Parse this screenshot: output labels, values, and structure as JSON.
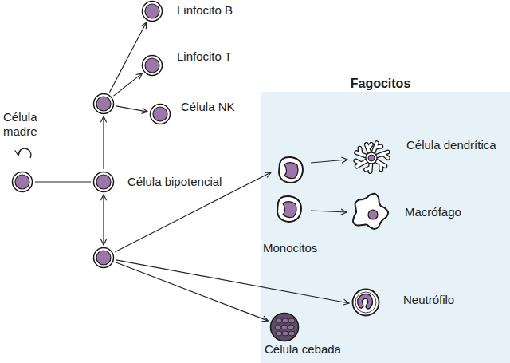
{
  "diagram": {
    "nodes": [
      {
        "text": [
          "Fagocitos"
        ]
      },
      {
        "text": [
          "Linfocito B"
        ]
      },
      {
        "text": [
          "Linfocito T"
        ]
      },
      {
        "text": [
          "Célula NK"
        ]
      },
      {
        "text": [
          "Célula madre"
        ]
      },
      {
        "text": []
      },
      {
        "text": [
          "Célula bipotencial"
        ]
      },
      {
        "text": []
      },
      {
        "text": [
          "Célula dendrítica"
        ],
        "in": 0
      },
      {
        "text": [
          "Macrófago"
        ],
        "in": 0
      },
      {
        "text": [
          "Monocitos"
        ],
        "in": 0
      },
      {
        "text": [
          "Neutrófilo"
        ],
        "in": 0
      },
      {
        "text": [
          "Célula cebada"
        ],
        "in": 0
      }
    ],
    "edges": [
      {
        "from": 4,
        "to": 6,
        "arrow": "none"
      },
      {
        "from": 6,
        "to": 5,
        "arrow": "to"
      },
      {
        "from": 6,
        "to": 7,
        "arrow": "both"
      },
      {
        "from": 5,
        "to": 1,
        "arrow": "to"
      },
      {
        "from": 5,
        "to": 2,
        "arrow": "to"
      },
      {
        "from": 5,
        "to": 3,
        "arrow": "to"
      },
      {
        "from": 7,
        "to": 10,
        "arrow": "to"
      },
      {
        "from": 10,
        "to": 8,
        "arrow": "to"
      },
      {
        "from": 10,
        "to": 9,
        "arrow": "to"
      },
      {
        "from": 7,
        "to": 11,
        "arrow": "to"
      },
      {
        "from": 7,
        "to": 12,
        "arrow": "to"
      }
    ]
  }
}
